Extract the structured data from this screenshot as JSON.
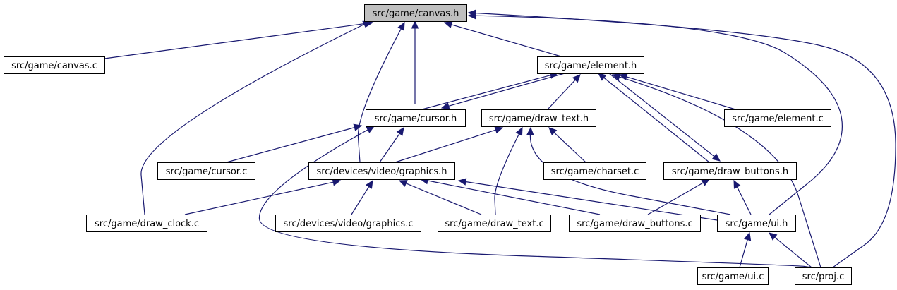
{
  "diagram": {
    "nodes": [
      {
        "id": "canvas_h",
        "label": "src/game/canvas.h",
        "highlight": true
      },
      {
        "id": "canvas_c",
        "label": "src/game/canvas.c"
      },
      {
        "id": "element_h",
        "label": "src/game/element.h"
      },
      {
        "id": "cursor_h",
        "label": "src/game/cursor.h"
      },
      {
        "id": "draw_text_h",
        "label": "src/game/draw_text.h"
      },
      {
        "id": "element_c",
        "label": "src/game/element.c"
      },
      {
        "id": "cursor_c",
        "label": "src/game/cursor.c"
      },
      {
        "id": "graphics_h",
        "label": "src/devices/video/graphics.h"
      },
      {
        "id": "charset_c",
        "label": "src/game/charset.c"
      },
      {
        "id": "draw_buttons_h",
        "label": "src/game/draw_buttons.h"
      },
      {
        "id": "draw_clock_c",
        "label": "src/game/draw_clock.c"
      },
      {
        "id": "graphics_c",
        "label": "src/devices/video/graphics.c"
      },
      {
        "id": "draw_text_c",
        "label": "src/game/draw_text.c"
      },
      {
        "id": "draw_buttons_c",
        "label": "src/game/draw_buttons.c"
      },
      {
        "id": "ui_h",
        "label": "src/game/ui.h"
      },
      {
        "id": "ui_c",
        "label": "src/game/ui.c"
      },
      {
        "id": "proj_c",
        "label": "src/proj.c"
      }
    ],
    "edges": [
      {
        "from": "canvas_c",
        "to": "canvas_h"
      },
      {
        "from": "draw_clock_c",
        "to": "canvas_h"
      },
      {
        "from": "graphics_h",
        "to": "canvas_h"
      },
      {
        "from": "cursor_h",
        "to": "canvas_h"
      },
      {
        "from": "element_h",
        "to": "canvas_h"
      },
      {
        "from": "ui_h",
        "to": "canvas_h"
      },
      {
        "from": "proj_c",
        "to": "canvas_h"
      },
      {
        "from": "cursor_h",
        "to": "element_h"
      },
      {
        "from": "element_h",
        "to": "cursor_h"
      },
      {
        "from": "draw_text_h",
        "to": "element_h"
      },
      {
        "from": "element_c",
        "to": "element_h"
      },
      {
        "from": "draw_buttons_h",
        "to": "element_h"
      },
      {
        "from": "element_h",
        "to": "draw_buttons_h"
      },
      {
        "from": "proj_c",
        "to": "element_h"
      },
      {
        "from": "cursor_c",
        "to": "cursor_h"
      },
      {
        "from": "graphics_h",
        "to": "cursor_h"
      },
      {
        "from": "proj_c",
        "to": "cursor_h"
      },
      {
        "from": "graphics_h",
        "to": "draw_text_h"
      },
      {
        "from": "charset_c",
        "to": "draw_text_h"
      },
      {
        "from": "draw_text_c",
        "to": "draw_text_h"
      },
      {
        "from": "ui_h",
        "to": "draw_text_h"
      },
      {
        "from": "draw_buttons_c",
        "to": "draw_buttons_h"
      },
      {
        "from": "ui_h",
        "to": "draw_buttons_h"
      },
      {
        "from": "draw_clock_c",
        "to": "graphics_h"
      },
      {
        "from": "graphics_c",
        "to": "graphics_h"
      },
      {
        "from": "draw_text_c",
        "to": "graphics_h"
      },
      {
        "from": "draw_buttons_c",
        "to": "graphics_h"
      },
      {
        "from": "ui_h",
        "to": "graphics_h"
      },
      {
        "from": "ui_c",
        "to": "ui_h"
      },
      {
        "from": "proj_c",
        "to": "ui_h"
      }
    ]
  }
}
